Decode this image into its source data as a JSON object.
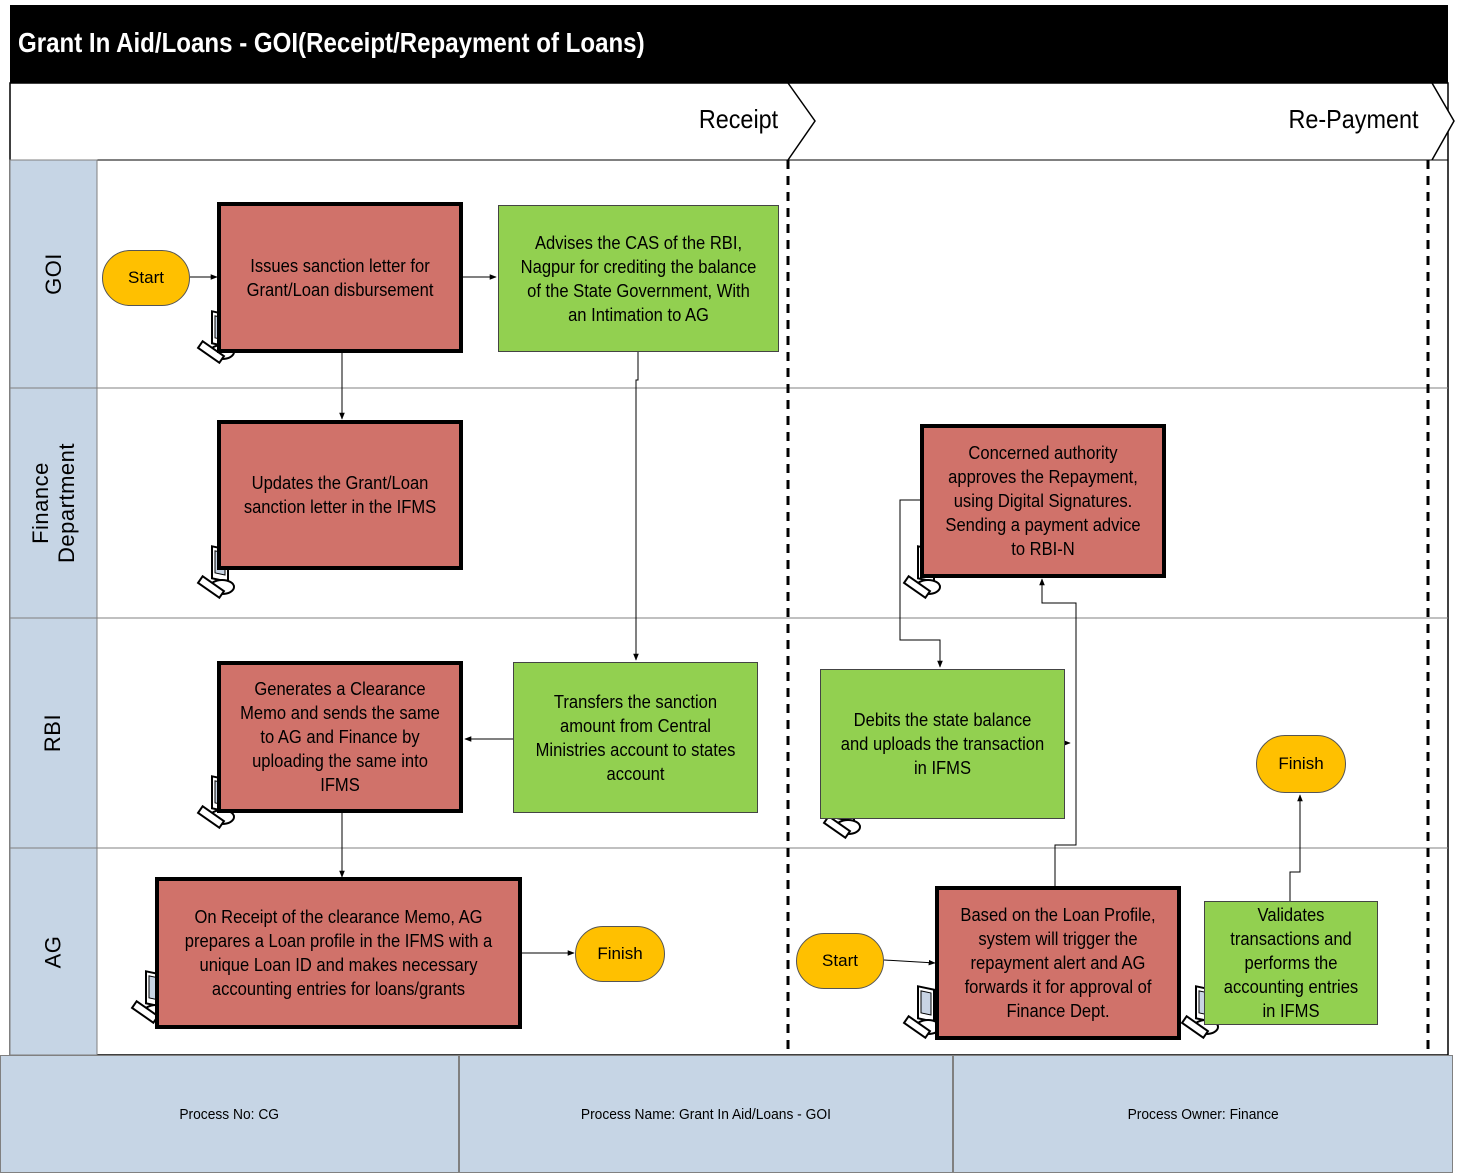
{
  "title": "Grant In Aid/Loans - GOI(Receipt/Repayment of Loans)",
  "phases": [
    "Receipt",
    "Re-Payment"
  ],
  "lanes": [
    {
      "label": "GOI"
    },
    {
      "label": "Finance Department"
    },
    {
      "label": "RBI"
    },
    {
      "label": "AG"
    }
  ],
  "nodes": {
    "start_receipt": "Start",
    "issues_sanction": "Issues sanction letter for Grant/Loan disbursement",
    "advises_cas": "Advises the CAS of the RBI, Nagpur for crediting the balance of the State Government, With an Intimation to AG",
    "updates_grant": "Updates the Grant/Loan sanction letter in the IFMS",
    "generates_memo": "Generates a Clearance Memo and sends the same to AG and Finance by uploading the same into IFMS",
    "transfers_amount": "Transfers the sanction amount from Central Ministries account to states account",
    "on_receipt": "On Receipt of the clearance Memo, AG prepares a Loan profile in the IFMS with a unique Loan ID and makes necessary accounting entries for loans/grants",
    "finish_receipt": "Finish",
    "approves_repayment": "Concerned authority approves the Repayment, using Digital Signatures. Sending a payment advice to RBI-N",
    "debits_balance": "Debits the state balance and uploads the transaction in IFMS",
    "finish_repayment": "Finish",
    "start_repayment": "Start",
    "loan_profile": "Based on the Loan Profile, system will trigger the repayment alert and AG forwards it for approval of Finance Dept.",
    "validates": "Validates transactions and performs the accounting entries in IFMS"
  },
  "footer": {
    "process_no": "Process No: CG",
    "process_name": "Process Name: Grant In Aid/Loans - GOI",
    "process_owner": "Process Owner: Finance"
  },
  "colors": {
    "task_red": "#d0726a",
    "task_green": "#92d050",
    "terminator": "#ffc000",
    "lane_header": "#c6d5e5",
    "title_bar": "#000000"
  }
}
